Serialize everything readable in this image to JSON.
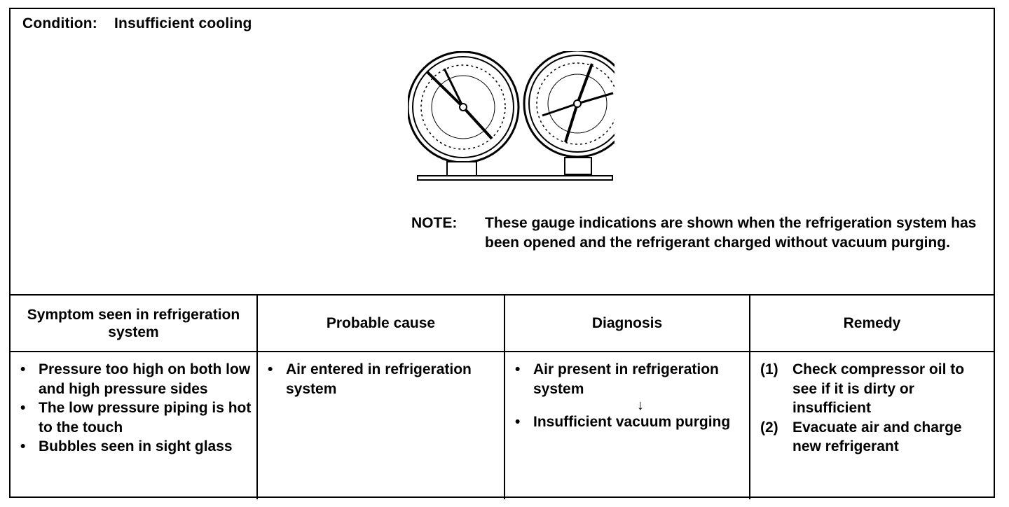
{
  "condition": {
    "label": "Condition:",
    "value": "Insufficient cooling"
  },
  "note": {
    "label": "NOTE:",
    "text": "These gauge indications are shown when the refrigeration system has been opened and the refrigerant charged without vacuum purging."
  },
  "table": {
    "headers": [
      "Symptom seen in refrigeration system",
      "Probable cause",
      "Diagnosis",
      "Remedy"
    ],
    "symptoms": [
      "Pressure too high on both low and high pressure sides",
      "The low pressure piping is hot to the touch",
      "Bubbles seen in sight glass"
    ],
    "causes": [
      "Air entered in refrigeration system"
    ],
    "diagnosis": {
      "first": "Air present in refrigeration system",
      "arrow": "↓",
      "second": "Insufficient vacuum purging"
    },
    "remedy": [
      {
        "num": "(1)",
        "text": "Check compressor oil to see if it is dirty or insufficient"
      },
      {
        "num": "(2)",
        "text": "Evacuate air and charge new refrigerant"
      }
    ]
  },
  "figure": {
    "gauges": [
      {
        "name": "low-pressure-gauge"
      },
      {
        "name": "high-pressure-gauge"
      }
    ]
  }
}
